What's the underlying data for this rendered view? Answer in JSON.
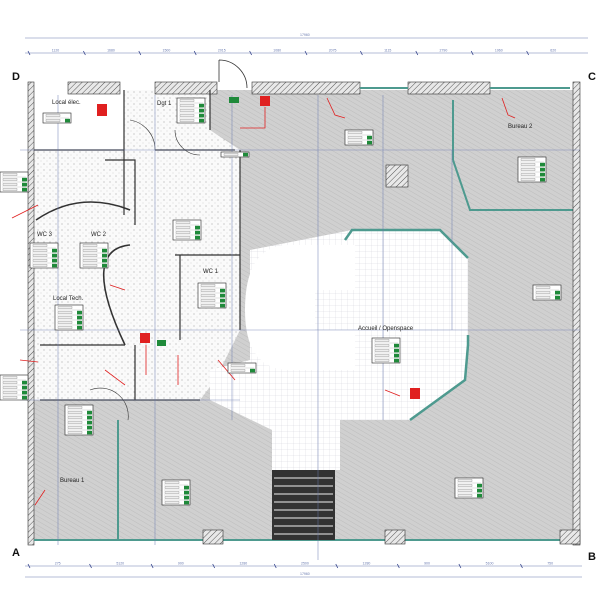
{
  "plan": {
    "corners": {
      "a": "A",
      "b": "B",
      "c": "C",
      "d": "D"
    },
    "rooms": {
      "local_elec": "Local élec.",
      "dgt1": "Dgt 1",
      "bureau2": "Bureau 2",
      "wc3": "WC 3",
      "wc2": "WC 2",
      "wc1": "WC 1",
      "local_tech": "Local Tech.",
      "accueil": "Accueil / Openspace",
      "bureau1": "Bureau 1"
    },
    "dimensions": {
      "top_total": "17960",
      "top_segments": [
        "1120",
        "1680",
        "1500",
        "2015",
        "1080",
        "2075",
        "1115",
        "2790",
        "1960",
        "620"
      ],
      "bottom_total": "17960",
      "bottom_segments": [
        "275",
        "5120",
        "900",
        "1280",
        "2500",
        "1280",
        "900",
        "5100",
        "750"
      ]
    }
  },
  "colors": {
    "wall": "#555555",
    "floor": "#d2d2d2",
    "glass": "#4e9a8f",
    "grid": "#6a7bb0",
    "safety": "#e02020",
    "ok": "#1f8a3a"
  }
}
